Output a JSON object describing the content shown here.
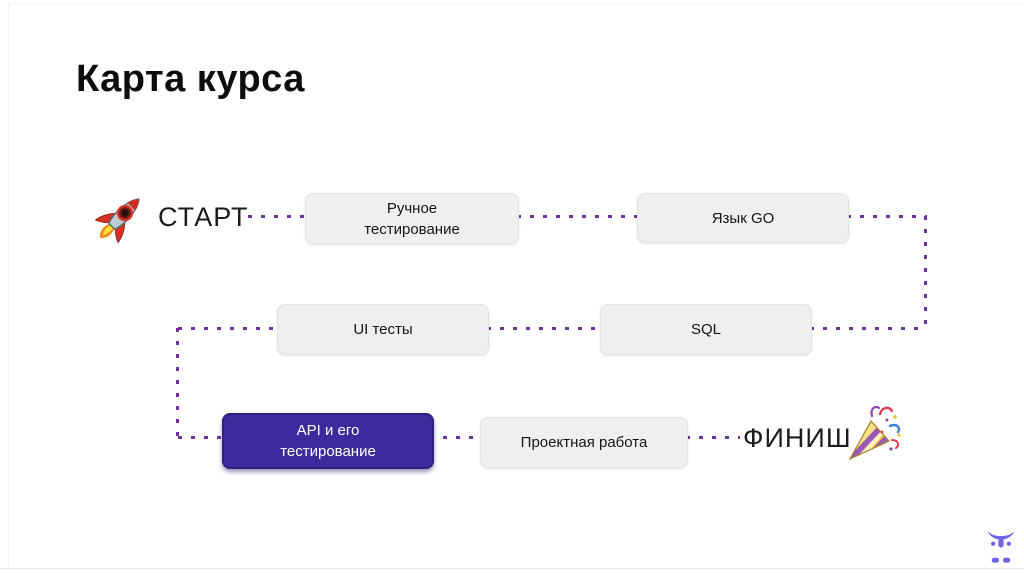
{
  "slide": {
    "title": "Карта курса"
  },
  "flowchart": {
    "start": {
      "label": "СТАРТ",
      "icon": "rocket-emoji"
    },
    "finish": {
      "label": "ФИНИШ",
      "icon": "party-popper-emoji"
    },
    "nodes": [
      {
        "label": "Ручное\nтестирование",
        "highlighted": false
      },
      {
        "label": "Язык GO",
        "highlighted": false
      },
      {
        "label": "UI тесты",
        "highlighted": false
      },
      {
        "label": "SQL",
        "highlighted": false
      },
      {
        "label": "API и его\nтестирование",
        "highlighted": true
      },
      {
        "label": "Проектная работа",
        "highlighted": false
      }
    ],
    "connections": [
      "СТАРТ → Ручное тестирование",
      "Ручное тестирование → Язык GO",
      "Язык GO → SQL",
      "SQL → UI тесты",
      "UI тесты → API и его тестирование",
      "API и его тестирование → Проектная работа",
      "Проектная работа → ФИНИШ"
    ],
    "colors": {
      "connector": "#7030A0",
      "node_bg": "#EFEFEF",
      "node_text": "#141414",
      "highlight_bg": "#3D2B9E",
      "highlight_text": "#FFFFFF"
    }
  },
  "footer": {
    "logo_icon": "bull-logo",
    "logo_color": "#6F65E8"
  }
}
